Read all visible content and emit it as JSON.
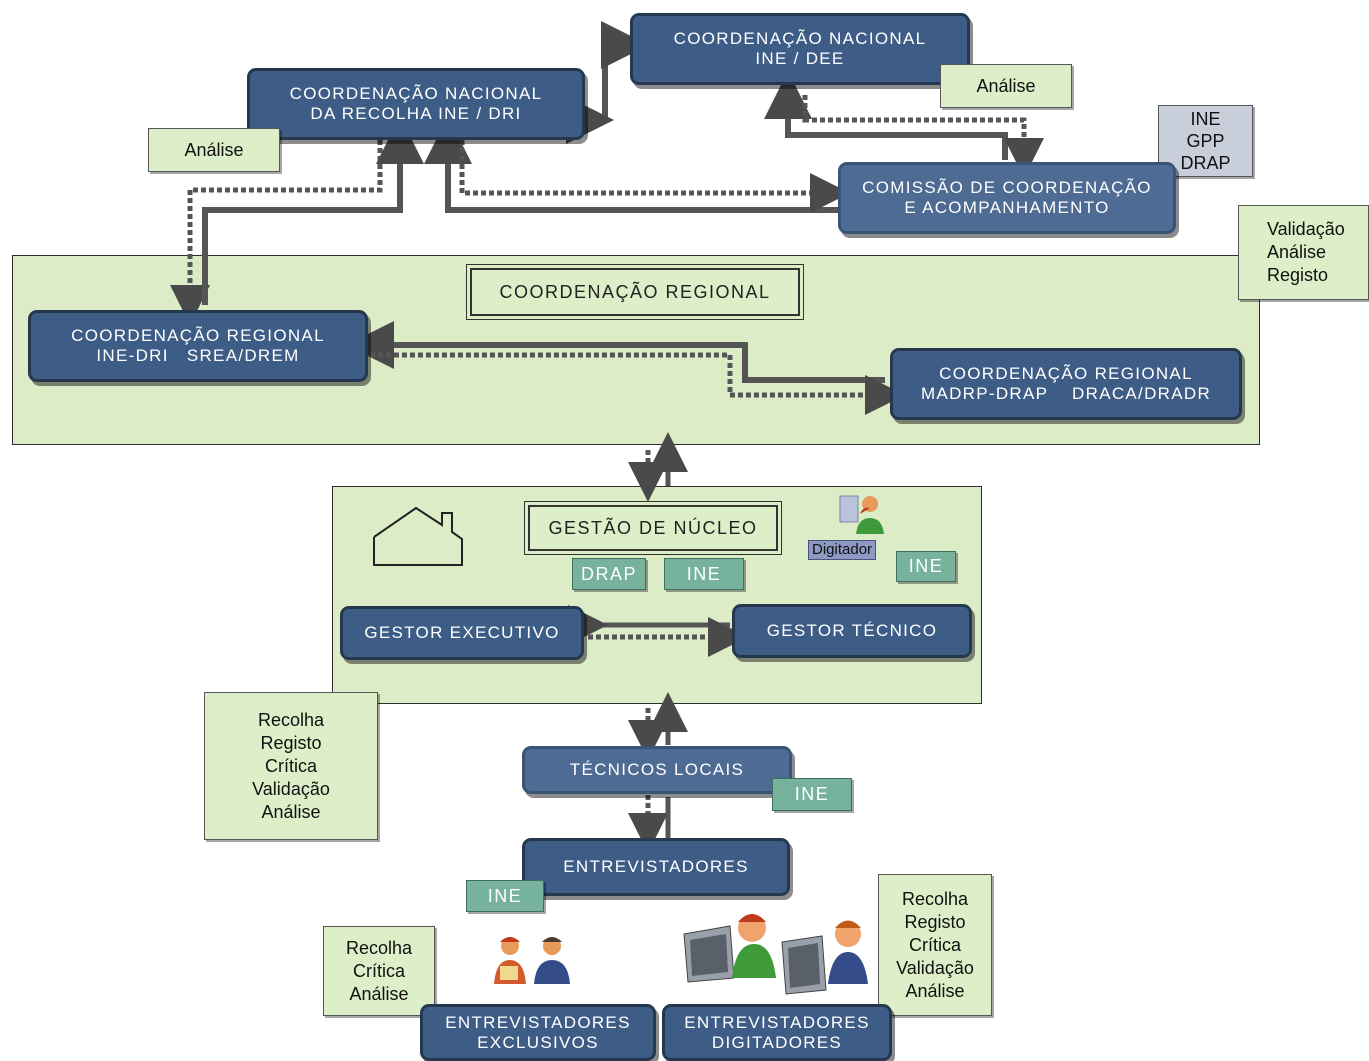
{
  "nodes": {
    "cn_dee": [
      "COORDENAÇÃO NACIONAL",
      "INE / DEE"
    ],
    "cn_dri": [
      "COORDENAÇÃO NACIONAL",
      "DA RECOLHA INE / DRI"
    ],
    "comissao": [
      "COMISSÃO DE COORDENAÇÃO",
      "E ACOMPANHAMENTO"
    ],
    "cr_title": "COORDENAÇÃO REGIONAL",
    "cr_ine": [
      "COORDENAÇÃO REGIONAL",
      "INE-DRI   SREA/DREM"
    ],
    "cr_madrp": [
      "COORDENAÇÃO REGIONAL",
      "MADRP-DRAP    DRACA/DRADR"
    ],
    "gestao": "GESTÃO DE NÚCLEO",
    "gestor_exec": "GESTOR EXECUTIVO",
    "gestor_tec": "GESTOR TÉCNICO",
    "tecnicos": "TÉCNICOS LOCAIS",
    "entrevistadores": "ENTREVISTADORES",
    "entrev_excl": [
      "ENTREVISTADORES",
      "EXCLUSIVOS"
    ],
    "entrev_digi": [
      "ENTREVISTADORES",
      "DIGITADORES"
    ]
  },
  "notes": {
    "analise_top": "Análise",
    "analise_left": "Análise",
    "ine_gpp_drap": [
      "INE",
      "GPP",
      "DRAP"
    ],
    "validacao": [
      "Validação",
      "Análise",
      "Registo"
    ],
    "recolha_mid": [
      "Recolha",
      "Registo",
      "Crítica",
      "Validação",
      "Análise"
    ],
    "recolha_left": [
      "Recolha",
      "Crítica",
      "Análise"
    ],
    "recolha_right": [
      "Recolha",
      "Registo",
      "Crítica",
      "Validação",
      "Análise"
    ],
    "drap": "DRAP",
    "ine_gestao": "INE",
    "ine_digitador": "INE",
    "ine_tecnicos": "INE",
    "ine_entrev": "INE",
    "digitador": "Digitador"
  }
}
